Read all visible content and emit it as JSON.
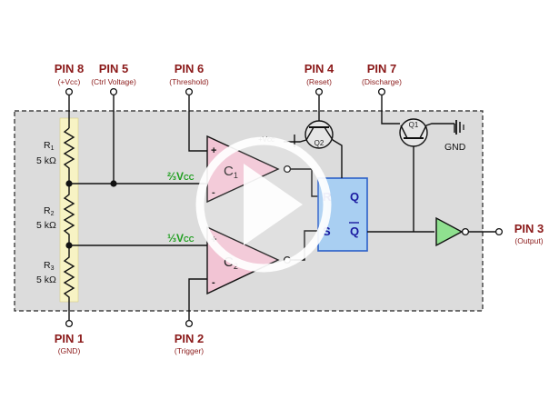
{
  "pins": {
    "pin8": {
      "name": "PIN 8",
      "desc": "(+Vcc)"
    },
    "pin5": {
      "name": "PIN 5",
      "desc": "(Ctrl Voltage)"
    },
    "pin6": {
      "name": "PIN 6",
      "desc": "(Threshold)"
    },
    "pin4": {
      "name": "PIN 4",
      "desc": "(Reset)"
    },
    "pin7": {
      "name": "PIN 7",
      "desc": "(Discharge)"
    },
    "pin1": {
      "name": "PIN 1",
      "desc": "(GND)"
    },
    "pin2": {
      "name": "PIN 2",
      "desc": "(Trigger)"
    },
    "pin3": {
      "name": "PIN 3",
      "desc": "(Output)"
    }
  },
  "resistors": [
    {
      "name": "R",
      "sub": "1",
      "value": "5 kΩ"
    },
    {
      "name": "R",
      "sub": "2",
      "value": "5 kΩ"
    },
    {
      "name": "R",
      "sub": "3",
      "value": "5 kΩ"
    }
  ],
  "comparators": {
    "c1": {
      "name": "C",
      "sub": "1",
      "ref_frac": "⅔",
      "ref_v": "V",
      "ref_sub": "CC"
    },
    "c2": {
      "name": "C",
      "sub": "2",
      "ref_frac": "⅓",
      "ref_v": "V",
      "ref_sub": "CC"
    },
    "plus": "+",
    "minus": "-"
  },
  "flipflop": {
    "r": "R",
    "s": "S",
    "q": "Q",
    "qbar": "Q"
  },
  "transistors": {
    "q1": "Q1",
    "q2": "Q2"
  },
  "vcc_label": "+Vcc",
  "gnd_label": "GND",
  "colors": {
    "chip_bg": "#dcdcdc",
    "divider_strip": "#f7f3c4",
    "comparator_fill": "#f2c4d4",
    "flipflop_fill": "#a9cff2",
    "flipflop_stroke": "#2c60c8",
    "buffer_fill": "#8fe08f",
    "transistor_fill": "#e6e6e6",
    "pin_label": "#8b1a1a",
    "vref_label": "#1e9e1e"
  },
  "icons": {
    "overlay": "play-icon"
  }
}
